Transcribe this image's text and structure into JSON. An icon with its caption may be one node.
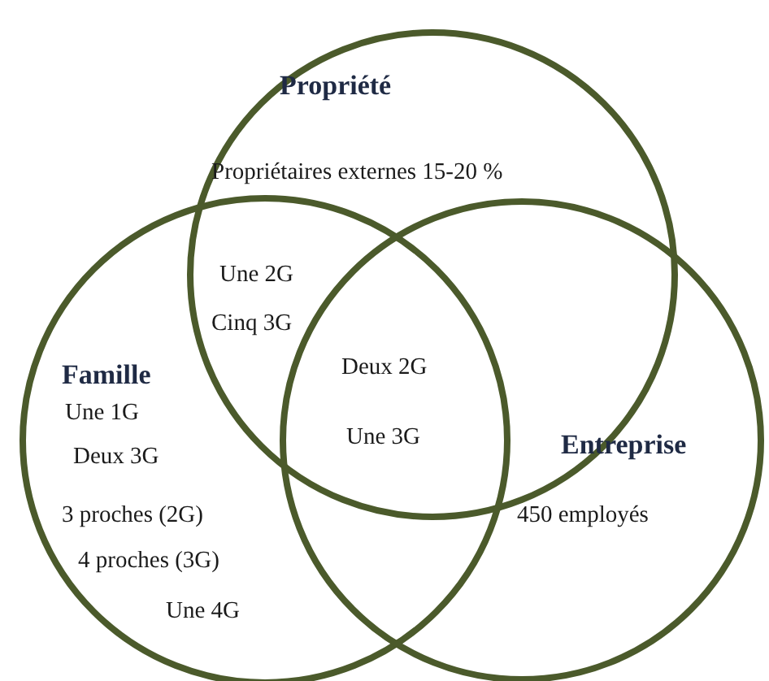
{
  "diagram": {
    "nodes": [
      {
        "text": [
          "Propriété",
          "Propriétaires externes 15-20 %"
        ]
      },
      {
        "text": [
          "Famille",
          "Une 1G",
          "Deux 3G",
          "3 proches (2G)",
          "4 proches (3G)",
          "Une 4G"
        ]
      },
      {
        "text": [
          "Entreprise",
          "450 employés"
        ]
      }
    ],
    "labels": [
      "Une 2G",
      "Cinq 3G",
      "Deux 2G",
      "Une 3G"
    ]
  }
}
